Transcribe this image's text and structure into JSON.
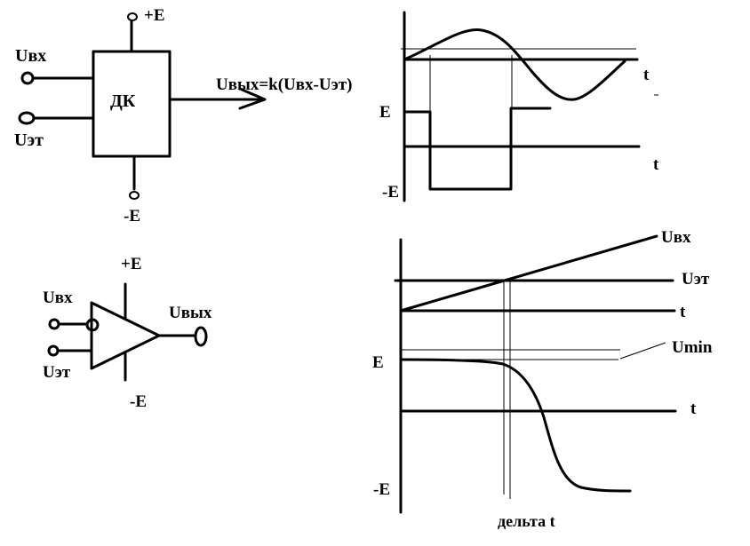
{
  "diff_amp": {
    "box_label": "ДК",
    "plus_supply": "+E",
    "minus_supply": "-E",
    "input_label": "Uвх",
    "ref_label": "Uэт",
    "formula": "Uвых=k(Uвх-Uэт)"
  },
  "opamp": {
    "plus_supply": "+E",
    "minus_supply": "-E",
    "input_label": "Uвх",
    "ref_label": "Uэт",
    "output_label": "Uвых"
  },
  "top_graph": {
    "t_label_1": "t",
    "t_label_2": "t",
    "e_label": "E",
    "minus_e_label": "-E"
  },
  "bottom_graph": {
    "uvx_label": "Uвх",
    "uet_label": "Uэт",
    "t_label_1": "t",
    "umin_label": "Umin",
    "e_label": "E",
    "t_label_2": "t",
    "minus_e_label": "-E",
    "delta_label": "дельта t"
  }
}
